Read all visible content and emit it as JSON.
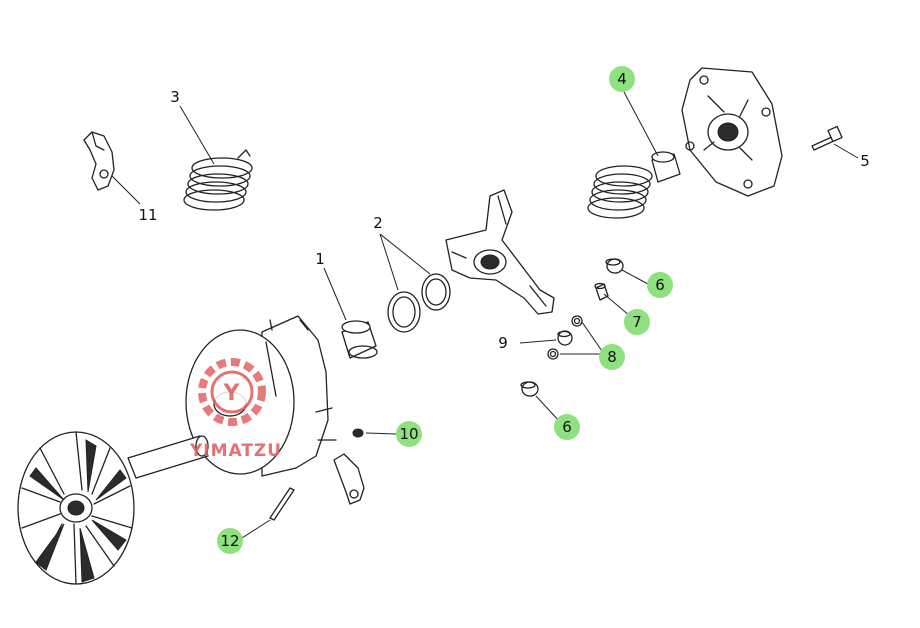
{
  "watermark": {
    "text": "YIMATZU",
    "mark": "Y",
    "color": "#e05a5a"
  },
  "callouts": {
    "c1": "1",
    "c2": "2",
    "c3": "3",
    "c4": "4",
    "c5": "5",
    "c6a": "6",
    "c6b": "6",
    "c7": "7",
    "c8": "8",
    "c9": "9",
    "c10": "10",
    "c11": "11",
    "c12": "12"
  },
  "colors": {
    "highlight": "#8fe07f",
    "line": "#222222"
  }
}
